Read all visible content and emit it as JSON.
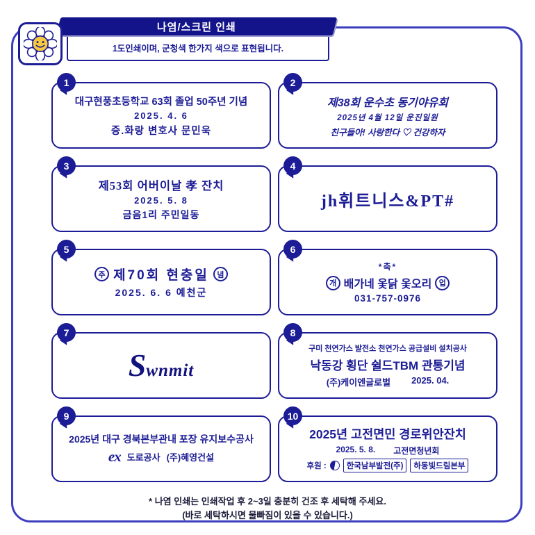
{
  "colors": {
    "navy": "#1c1c96",
    "frame_blue": "#3d3dc0"
  },
  "header": {
    "title": "나염/스크린 인쇄",
    "subtitle": "1도인쇄이며, 군청색 한가지 색으로 표현됩니다."
  },
  "samples": {
    "s1": {
      "num": "1",
      "line1": "대구현풍초등학교 63회 졸업 50주년 기념",
      "line2": "2025. 4. 6",
      "line3": "증.화랑 변호사 문민욱"
    },
    "s2": {
      "num": "2",
      "line1": "제38회 운수초 동기야유회",
      "line2": "2025년 4월 12일 운진일원",
      "line3": "친구들아! 사랑한다 ♡ 건강하자"
    },
    "s3": {
      "num": "3",
      "line1": "제53회 어버이날 孝 잔치",
      "line2": "2025. 5. 8",
      "line3": "금음1리 주민일동"
    },
    "s4": {
      "num": "4",
      "line1": "jh휘트니스&PT#"
    },
    "s5": {
      "num": "5",
      "prefix": "주",
      "line1": "제70회 현충일",
      "suffix": "념",
      "line2": "2025. 6. 6  예천군"
    },
    "s6": {
      "num": "6",
      "top": "*축*",
      "prefix": "개",
      "line1": "배가네 옻닭 옻오리",
      "suffix": "업",
      "line2": "031-757-0976"
    },
    "s7": {
      "num": "7",
      "initial": "S",
      "rest": "wnmit"
    },
    "s8": {
      "num": "8",
      "line1": "구미 천연가스 발전소 천연가스 공급설비 설치공사",
      "line2": "낙동강 횡단 쉴드TBM 관통기념",
      "company": "(주)케이엔글로벌",
      "date": "2025. 04."
    },
    "s9": {
      "num": "9",
      "line1": "2025년 대구 경북본부관내 포장 유지보수공사",
      "logo": "ex",
      "line2a": "도로공사",
      "line2b": "(주)혜영건설"
    },
    "s10": {
      "num": "10",
      "line1": "2025년 고전면민 경로위안잔치",
      "line2a": "2025. 5. 8.",
      "line2b": "고전면청년회",
      "line3a": "후원 :",
      "line3b": "한국남부발전(주)",
      "line3c": "하동빛드림본부"
    }
  },
  "footer": {
    "line1": "* 나염 인쇄는 인쇄작업 후 2~3일 충분히 건조 후 세탁해 주세요.",
    "line2": "(바로 세탁하시면 물빠짐이 있을 수 있습니다.)"
  }
}
